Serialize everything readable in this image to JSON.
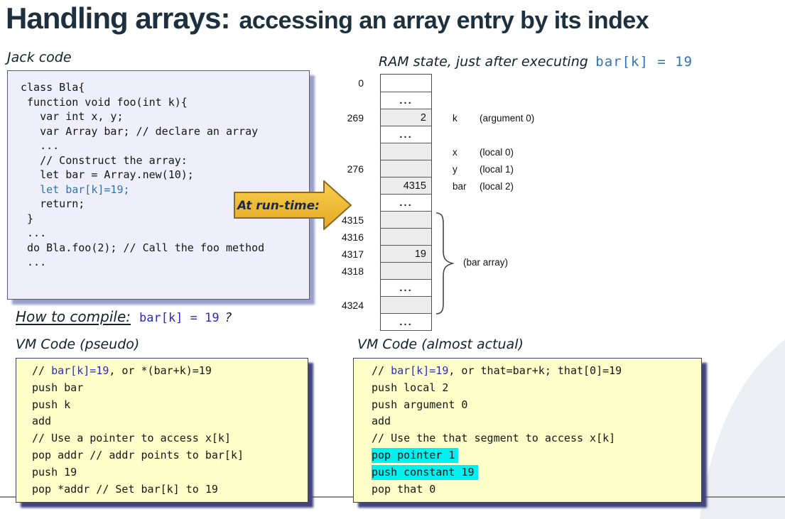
{
  "title": {
    "main": "Handling arrays:",
    "sub": "accessing an array entry by its index"
  },
  "jack": {
    "label": "Jack code",
    "lines": [
      [
        {
          "t": "class Bla{"
        }
      ],
      [
        {
          "t": " function void foo(int k){"
        }
      ],
      [
        {
          "t": "   var int x, y;"
        }
      ],
      [
        {
          "t": "   var Array bar; // declare an array"
        }
      ],
      [
        {
          "t": "   ..."
        }
      ],
      [
        {
          "t": "   // Construct the array:"
        }
      ],
      [
        {
          "t": "   let bar = Array.new(10);"
        }
      ],
      [
        {
          "t": "   "
        },
        {
          "t": "let bar[k]=19;",
          "c": "steel"
        }
      ],
      [
        {
          "t": "   return;"
        }
      ],
      [
        {
          "t": " }"
        }
      ],
      [
        {
          "t": " ..."
        }
      ],
      [
        {
          "t": " do Bla.foo(2); // Call the foo method"
        }
      ],
      [
        {
          "t": " ..."
        }
      ]
    ]
  },
  "runtime_arrow": {
    "label": "At run-time:"
  },
  "ram": {
    "header_prefix": "RAM state, just after executing",
    "header_code": "bar[k] = 19",
    "brace_label": "(bar array)",
    "rows": [
      {
        "addr": "0",
        "value": "",
        "shaded": false
      },
      {
        "dots": "..."
      },
      {
        "addr": "269",
        "value": "2",
        "shaded": true,
        "var": "k",
        "seg": "(argument 0)"
      },
      {
        "dots": "..."
      },
      {
        "addr": "",
        "value": "",
        "shaded": true,
        "var": "x",
        "seg": "(local 0)"
      },
      {
        "addr": "276",
        "value": "",
        "shaded": true,
        "var": "y",
        "seg": "(local 1)"
      },
      {
        "addr": "",
        "value": "4315",
        "shaded": true,
        "var": "bar",
        "seg": "(local 2)"
      },
      {
        "dots": "..."
      },
      {
        "addr": "4315",
        "value": "",
        "shaded": true
      },
      {
        "addr": "4316",
        "value": "",
        "shaded": true
      },
      {
        "addr": "4317",
        "value": "19",
        "shaded": true
      },
      {
        "addr": "4318",
        "value": "",
        "shaded": true
      },
      {
        "dots": "..."
      },
      {
        "addr": "4324",
        "value": "",
        "shaded": true
      },
      {
        "dots": "..."
      }
    ]
  },
  "compile": {
    "label": "How to compile:",
    "code": "bar[k] = 19",
    "suffix": "?"
  },
  "vm_pseudo": {
    "label": "VM Code (pseudo)",
    "lines": [
      {
        "segs": [
          {
            "t": "// "
          },
          {
            "t": "bar[k]=19",
            "c": "royal"
          },
          {
            "t": ", or *(bar+k)=19"
          }
        ]
      },
      {
        "segs": [
          {
            "t": "push bar"
          }
        ]
      },
      {
        "segs": [
          {
            "t": "push k"
          }
        ]
      },
      {
        "segs": [
          {
            "t": "add"
          }
        ]
      },
      {
        "segs": [
          {
            "t": "// Use a pointer to access x[k]"
          }
        ]
      },
      {
        "segs": [
          {
            "t": "pop addr // addr points to bar[k]"
          }
        ]
      },
      {
        "segs": [
          {
            "t": "push 19"
          }
        ]
      },
      {
        "segs": [
          {
            "t": "pop *addr // Set bar[k] to 19"
          }
        ]
      }
    ]
  },
  "vm_actual": {
    "label": "VM Code (almost actual)",
    "lines": [
      {
        "segs": [
          {
            "t": "// "
          },
          {
            "t": "bar[k]=19",
            "c": "royal"
          },
          {
            "t": ", or that=bar+k; that[0]=19"
          }
        ]
      },
      {
        "segs": [
          {
            "t": "push local 2"
          }
        ]
      },
      {
        "segs": [
          {
            "t": "push argument 0"
          }
        ]
      },
      {
        "segs": [
          {
            "t": "add"
          }
        ]
      },
      {
        "segs": [
          {
            "t": "// Use the that segment to access x[k]"
          }
        ]
      },
      {
        "segs": [
          {
            "t": "pop pointer 1"
          }
        ],
        "highlight": true
      },
      {
        "segs": [
          {
            "t": "push constant 19"
          }
        ],
        "highlight": true
      },
      {
        "segs": [
          {
            "t": "pop that 0"
          }
        ]
      }
    ]
  },
  "colors": {
    "accent_title": "#1C3040",
    "label_ink": "#15202B",
    "steel_blue": "#2E74B5",
    "royal_blue": "#2B2BC4",
    "jack_box_bg": "#EEEFFB",
    "jack_box_border": "#565684",
    "jack_box_shadow": "#9AA0C8",
    "vm_box_bg": "#FFFFC9",
    "vm_box_border": "#3E4374",
    "vm_box_shadow": "#40457F",
    "highlight_cyan": "#00EFEF",
    "arrow_fill_top": "#F7CF4D",
    "arrow_fill_bottom": "#E6A825",
    "arrow_border": "#8A6A20",
    "arrow_text": "#1B2A4A",
    "cell_shaded": "#ECECEC",
    "table_border": "#4A4A4A",
    "swoosh": "#ECEEF3",
    "divider": "#8C8C8C"
  }
}
